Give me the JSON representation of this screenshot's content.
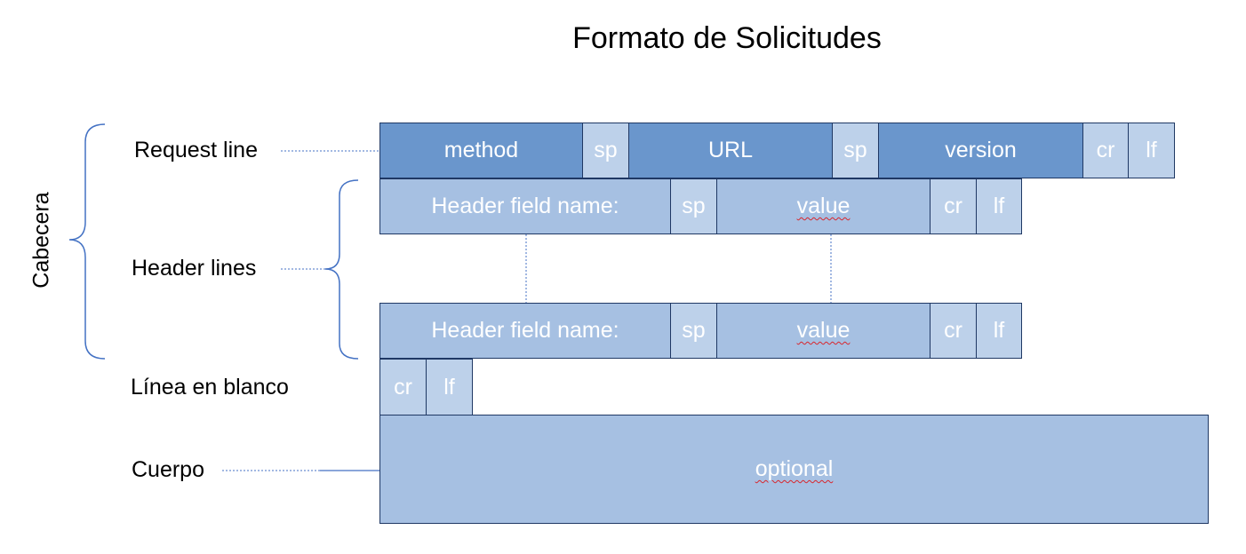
{
  "title": "Formato de Solicitudes",
  "side_label": "Cabecera",
  "row_labels": {
    "request_line": "Request line",
    "header_lines": "Header lines",
    "blank_line": "Línea en blanco",
    "body": "Cuerpo"
  },
  "request_line": {
    "method": "method",
    "sp1": "sp",
    "url": "URL",
    "sp2": "sp",
    "version": "version",
    "cr": "cr",
    "lf": "lf"
  },
  "header_line_1": {
    "name": "Header field name:",
    "sp": "sp",
    "value": "value",
    "cr": "cr",
    "lf": "lf"
  },
  "header_line_2": {
    "name": "Header field name:",
    "sp": "sp",
    "value": "value",
    "cr": "cr",
    "lf": "lf"
  },
  "blank_line": {
    "cr": "cr",
    "lf": "lf"
  },
  "body": {
    "text": "optional"
  },
  "colors": {
    "dark_fill": "#6a96cc",
    "medium_fill": "#a6c0e2",
    "light_fill": "#bdd1ea",
    "border": "#1f3864",
    "connector": "#4472c4"
  }
}
